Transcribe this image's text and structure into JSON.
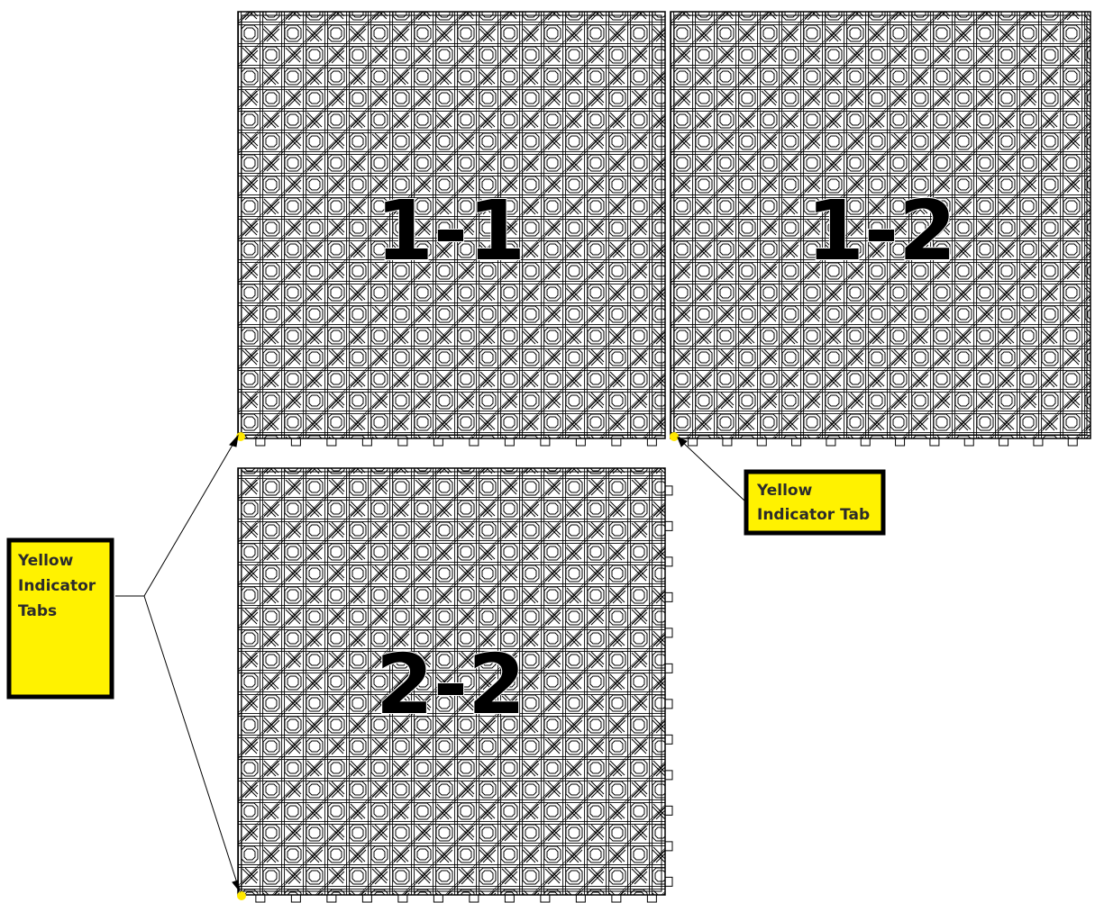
{
  "tiles": [
    {
      "id": "1-1",
      "label": "1-1"
    },
    {
      "id": "1-2",
      "label": "1-2"
    },
    {
      "id": "2-2",
      "label": "2-2"
    }
  ],
  "callouts": {
    "left": {
      "lines": [
        "Yellow",
        "Indicator",
        "Tabs"
      ]
    },
    "right": {
      "lines": [
        "Yellow",
        "Indicator Tab"
      ]
    }
  },
  "colors": {
    "indicator": "#ffe800",
    "callout_fill": "#fff200",
    "callout_border": "#000000",
    "line": "#000000",
    "background": "#ffffff"
  }
}
